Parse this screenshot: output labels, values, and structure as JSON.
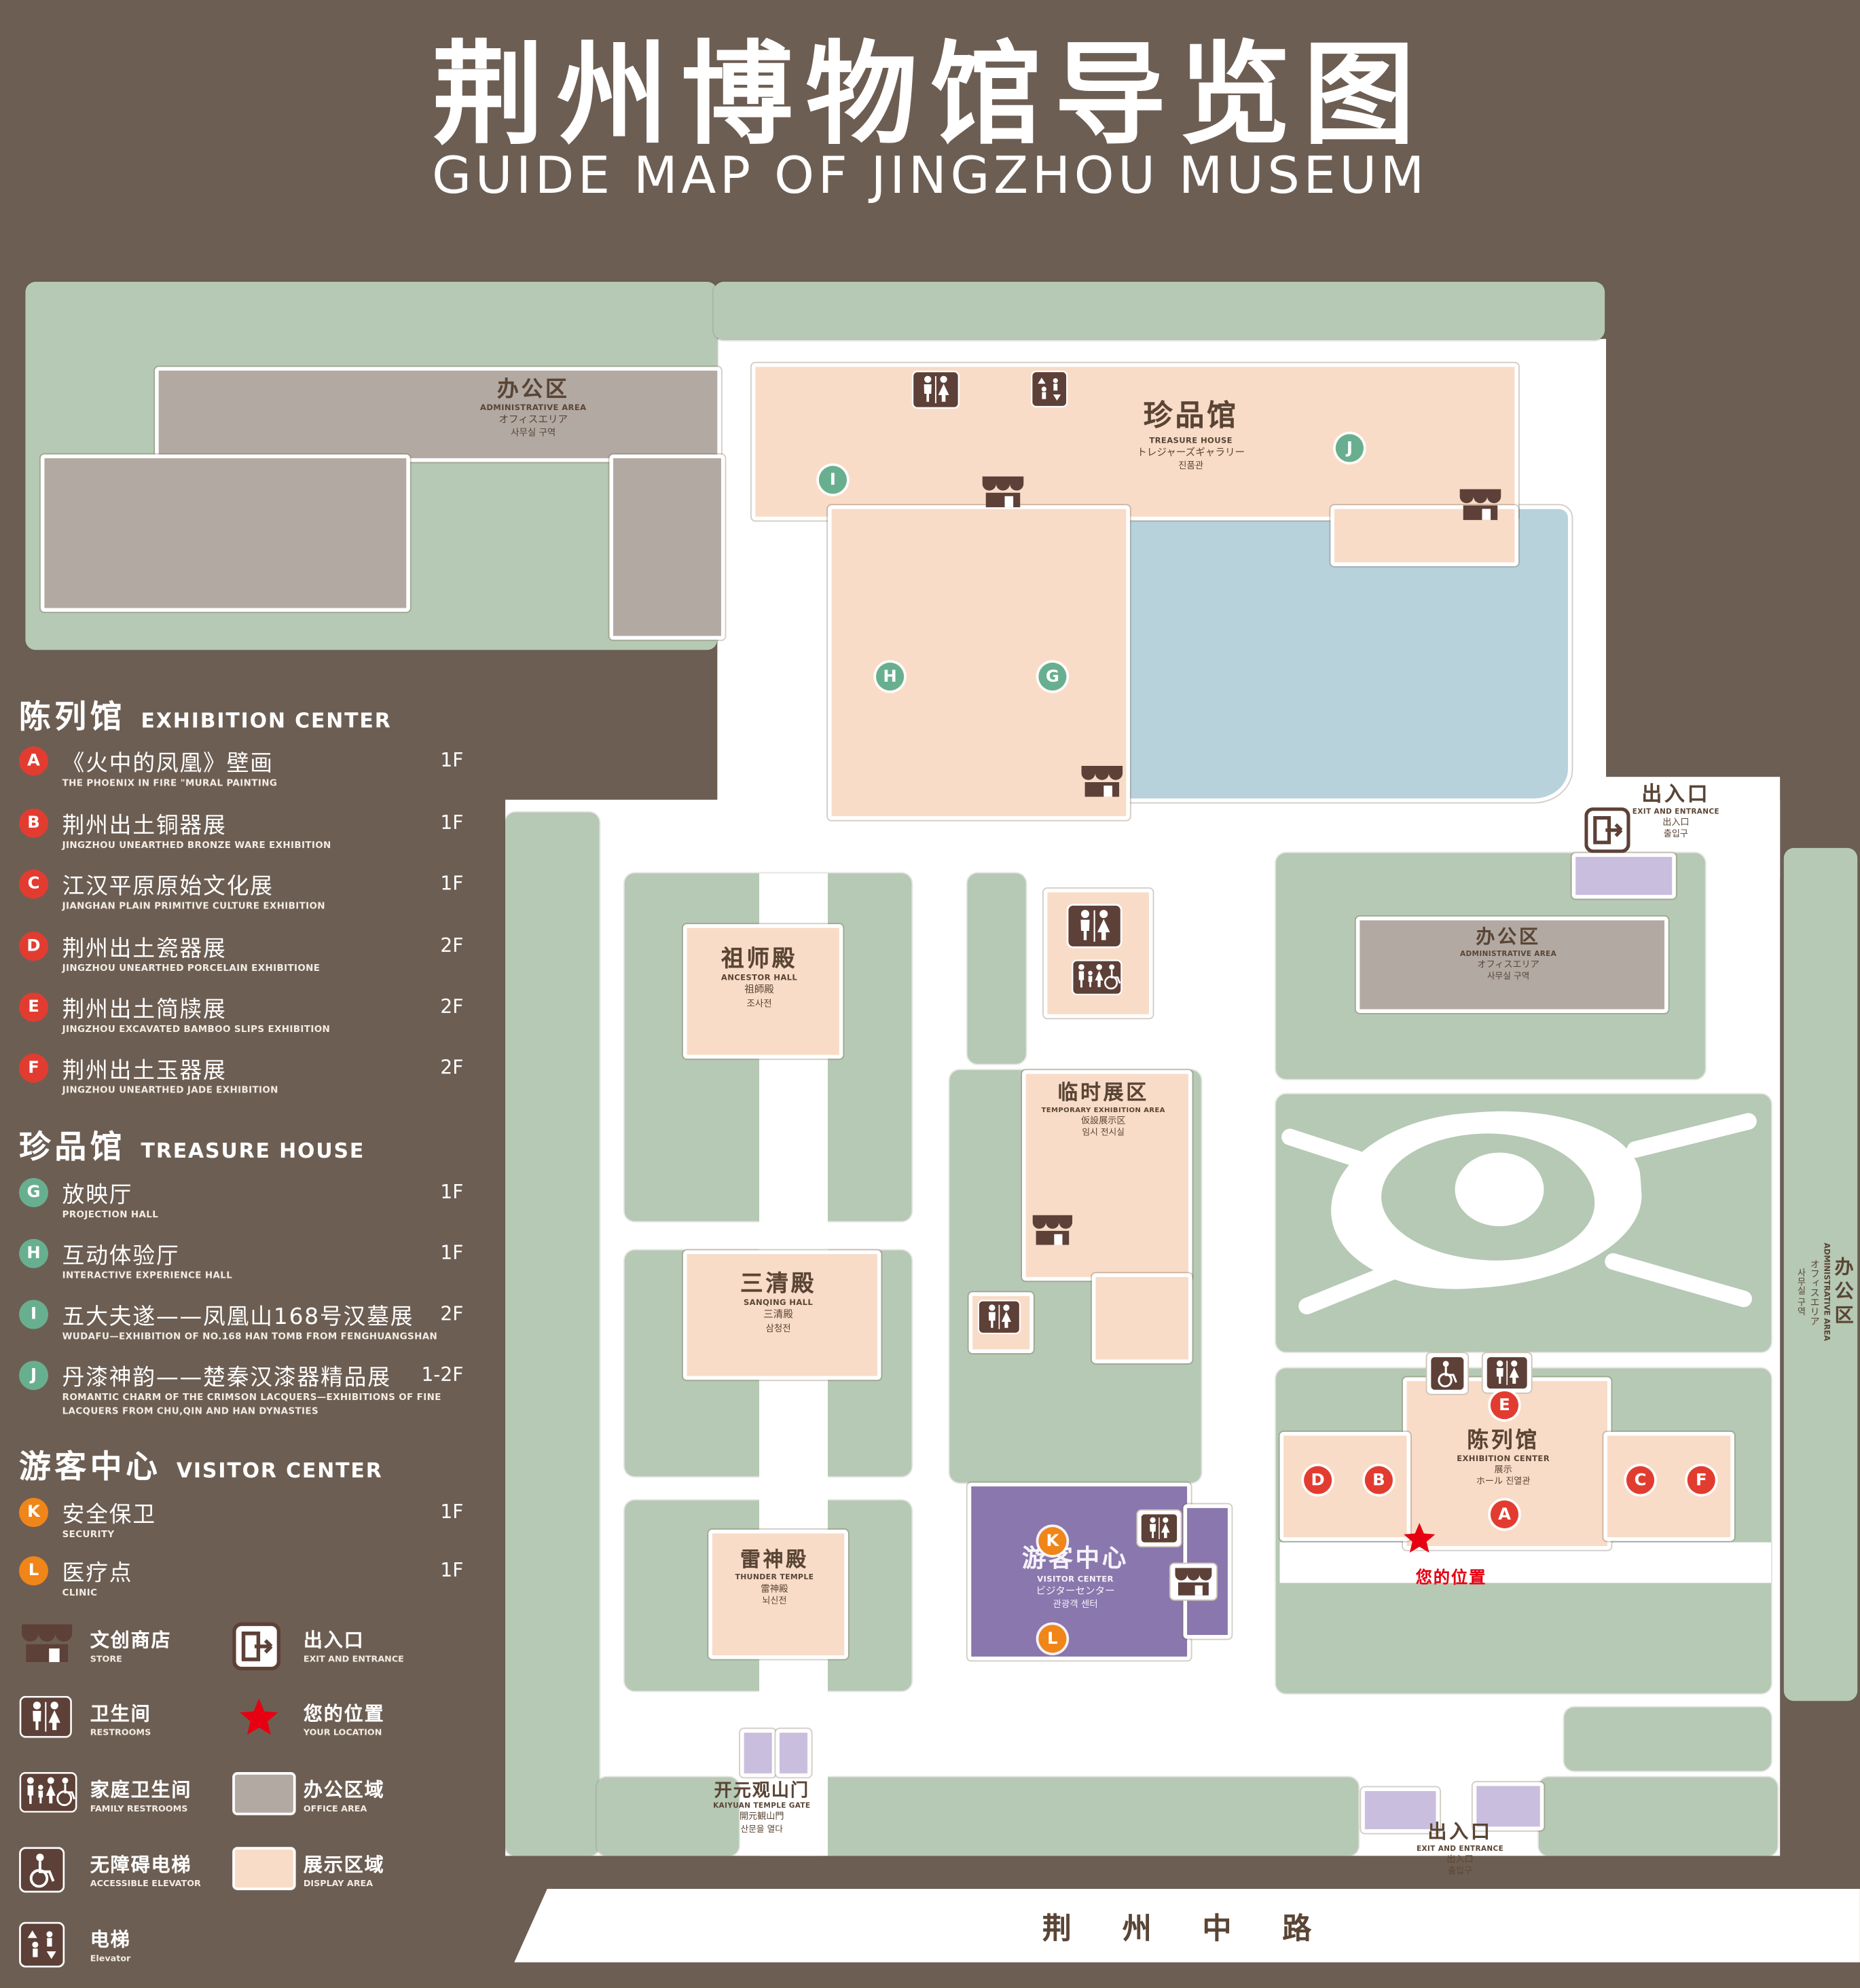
{
  "colors": {
    "background": "#6d5e53",
    "map_green": "#b5c9b4",
    "display_area": "#f8dcc8",
    "office_area": "#b2a9a3",
    "pond_blue": "#b8d2dc",
    "visitor_purple": "#8a77ad",
    "entrance_purple": "#cabede",
    "marker_red": "#e23c31",
    "marker_green": "#68af90",
    "marker_orange": "#f08519",
    "icon_brown": "#5d4037",
    "location_red": "#e60012"
  },
  "header": {
    "title": "荆州博物馆导览图",
    "subtitle": "GUIDE MAP OF JINGZHOU MUSEUM"
  },
  "sidebar": {
    "sections": [
      {
        "zh": "陈列馆",
        "en": "EXHIBITION CENTER",
        "items": [
          {
            "letter": "A",
            "zh": "《火中的凤凰》壁画",
            "en": "THE PHOENIX IN FIRE \"MURAL PAINTING",
            "floor": "1F"
          },
          {
            "letter": "B",
            "zh": "荆州出土铜器展",
            "en": "JINGZHOU UNEARTHED BRONZE WARE EXHIBITION",
            "floor": "1F"
          },
          {
            "letter": "C",
            "zh": "江汉平原原始文化展",
            "en": "JIANGHAN PLAIN PRIMITIVE CULTURE EXHIBITION",
            "floor": "1F"
          },
          {
            "letter": "D",
            "zh": "荆州出土瓷器展",
            "en": "JINGZHOU UNEARTHED PORCELAIN EXHIBITIONE",
            "floor": "2F"
          },
          {
            "letter": "E",
            "zh": "荆州出土简牍展",
            "en": "JINGZHOU EXCAVATED BAMBOO SLIPS EXHIBITION",
            "floor": "2F"
          },
          {
            "letter": "F",
            "zh": "荆州出土玉器展",
            "en": "JINGZHOU UNEARTHED JADE EXHIBITION",
            "floor": "2F"
          }
        ]
      },
      {
        "zh": "珍品馆",
        "en": "TREASURE HOUSE",
        "items": [
          {
            "letter": "G",
            "zh": "放映厅",
            "en": "PROJECTION HALL",
            "floor": "1F"
          },
          {
            "letter": "H",
            "zh": "互动体验厅",
            "en": "INTERACTIVE EXPERIENCE HALL",
            "floor": "1F"
          },
          {
            "letter": "I",
            "zh": "五大夫遂——凤凰山168号汉墓展",
            "en": "WUDAFU—EXHIBITION OF NO.168 HAN TOMB FROM FENGHUANGSHAN",
            "floor": "2F"
          },
          {
            "letter": "J",
            "zh": "丹漆神韵——楚秦汉漆器精品展",
            "en": "ROMANTIC CHARM OF THE CRIMSON LACQUERS—EXHIBITIONS OF FINE LACQUERS FROM CHU,QIN AND HAN DYNASTIES",
            "floor": "1-2F"
          }
        ]
      },
      {
        "zh": "游客中心",
        "en": "VISITOR CENTER",
        "items": [
          {
            "letter": "K",
            "zh": "安全保卫",
            "en": "SECURITY",
            "floor": "1F"
          },
          {
            "letter": "L",
            "zh": "医疗点",
            "en": "CLINIC",
            "floor": "1F"
          }
        ]
      }
    ],
    "legend": [
      {
        "zh": "文创商店",
        "en": "STORE"
      },
      {
        "zh": "卫生间",
        "en": "RESTROOMS"
      },
      {
        "zh": "家庭卫生间",
        "en": "FAMILY RESTROOMS"
      },
      {
        "zh": "无障碍电梯",
        "en": "ACCESSIBLE ELEVATOR"
      },
      {
        "zh": "电梯",
        "en": "Elevator"
      },
      {
        "zh": "出入口",
        "en": "EXIT AND ENTRANCE"
      },
      {
        "zh": "您的位置",
        "en": "YOUR LOCATION"
      },
      {
        "zh": "办公区域",
        "en": "OFFICE AREA"
      },
      {
        "zh": "展示区域",
        "en": "DISPLAY AREA"
      }
    ]
  },
  "map": {
    "admin_topleft": {
      "zh": "办公区",
      "en": "ADMINISTRATIVE AREA",
      "jp": "オフィスエリア",
      "kr": "사무실 구역"
    },
    "treasure_house": {
      "zh": "珍品馆",
      "en": "TREASURE HOUSE",
      "jp": "トレジャーズギャラリー",
      "kr": "진품관"
    },
    "exit_right": {
      "zh": "出入口",
      "en": "EXIT AND ENTRANCE",
      "jp": "出入口",
      "kr": "출입구"
    },
    "ancestor_hall": {
      "zh": "祖师殿",
      "en": "ANCESTOR HALL",
      "jp": "祖師殿",
      "kr": "조사전"
    },
    "admin_right": {
      "zh": "办公区",
      "en": "ADMINISTRATIVE AREA",
      "jp": "オフィスエリア",
      "kr": "사무실 구역"
    },
    "temporary_area": {
      "zh": "临时展区",
      "en": "TEMPORARY EXHIBITION AREA",
      "jp": "仮設展示区",
      "kr": "임시 전시실"
    },
    "sanqing_hall": {
      "zh": "三清殿",
      "en": "SANQING HALL",
      "jp": "三清殿",
      "kr": "삼청전"
    },
    "thunder_temple": {
      "zh": "雷神殿",
      "en": "THUNDER TEMPLE",
      "jp": "雷神殿",
      "kr": "뇌신전"
    },
    "visitor_center": {
      "zh": "游客中心",
      "en": "VISITOR CENTER",
      "jp": "ビジターセンター",
      "kr": "관광객 센터"
    },
    "exhibition_center": {
      "zh": "陈列馆",
      "en": "EXHIBITION CENTER",
      "jp": "展示",
      "kr": "ホール 진열관"
    },
    "admin_strip": {
      "zh": "办公区",
      "en": "ADMINISTRATIVE AREA",
      "jp": "オフィスエリア",
      "kr": "사무실 구역"
    },
    "gate": {
      "zh": "开元观山门",
      "en": "KAIYUAN TEMPLE GATE",
      "jp": "開元観山門",
      "kr": "산문을 열다"
    },
    "exit_bottom": {
      "zh": "出入口",
      "en": "EXIT AND ENTRANCE",
      "jp": "出入口",
      "kr": "출입구"
    },
    "your_location": "您的位置",
    "road": "荆 州 中 路",
    "markers": {
      "A": "A",
      "B": "B",
      "C": "C",
      "D": "D",
      "E": "E",
      "F": "F",
      "G": "G",
      "H": "H",
      "I": "I",
      "J": "J",
      "K": "K",
      "L": "L"
    }
  }
}
